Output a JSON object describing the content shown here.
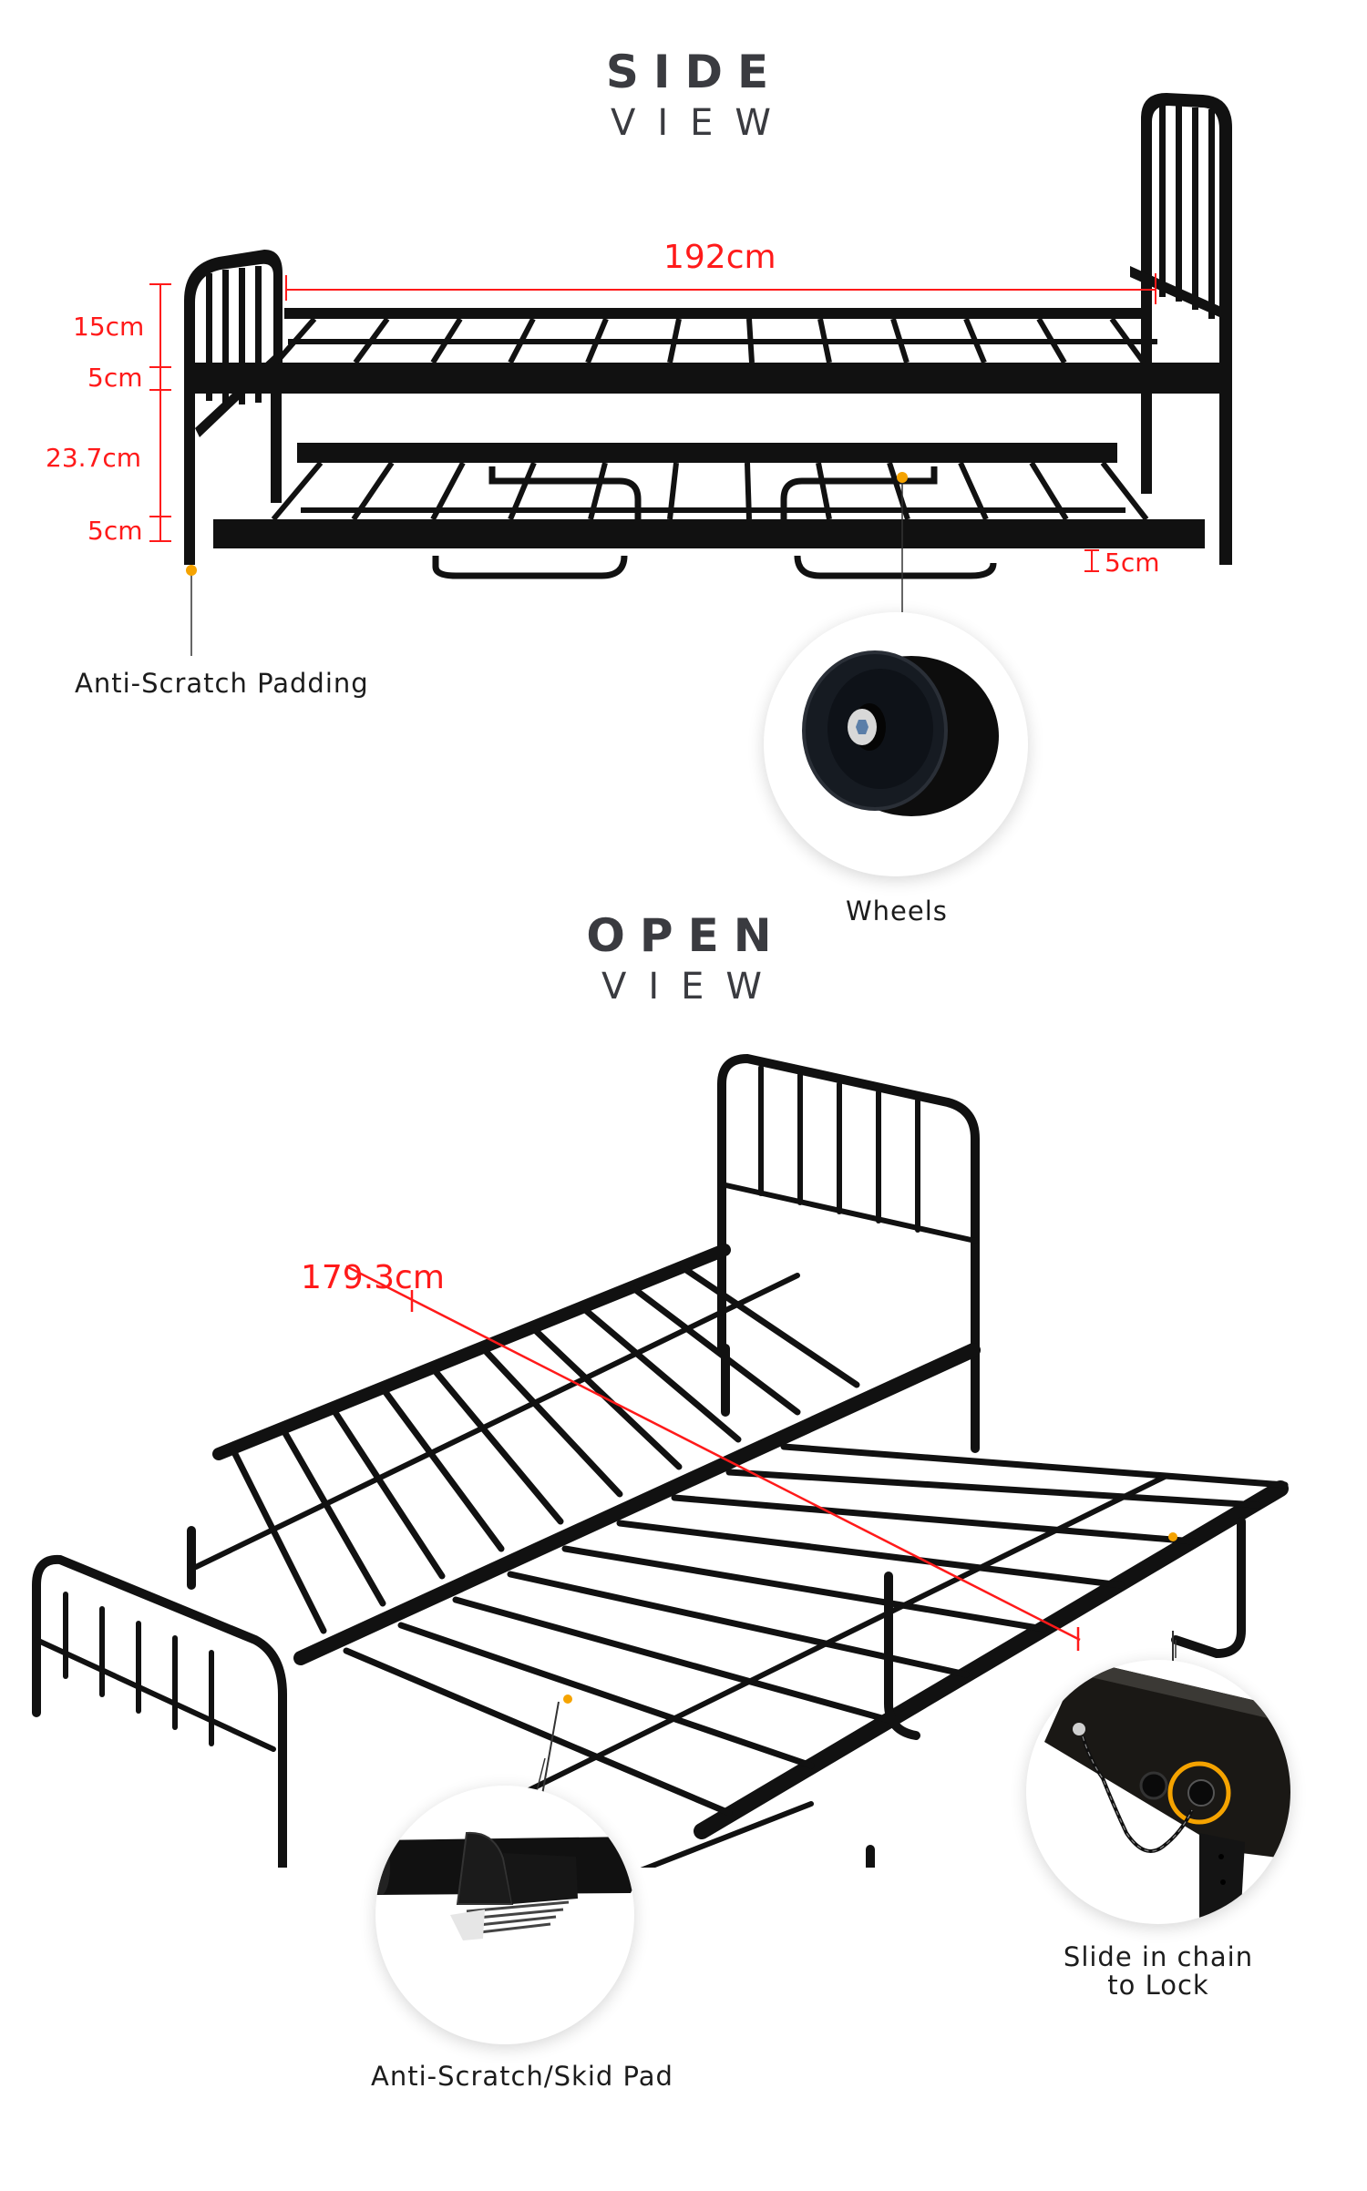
{
  "side_view": {
    "title_main": "SIDE",
    "title_sub": "VIEW",
    "dimensions": {
      "length": "192cm",
      "headboard_height": "15cm",
      "frame_rail": "5cm",
      "under_clearance": "23.7cm",
      "trundle_rail": "5cm",
      "wheel_clearance": "5cm"
    },
    "callouts": {
      "padding": "Anti-Scratch Padding",
      "wheels": "Wheels"
    }
  },
  "open_view": {
    "title_main": "OPEN",
    "title_sub": "VIEW",
    "dimensions": {
      "width": "179.3cm"
    },
    "callouts": {
      "skid_pad": "Anti-Scratch/Skid Pad",
      "chain_lock_line1": "Slide in chain",
      "chain_lock_line2": "to Lock"
    }
  },
  "colors": {
    "dimension_red": "#ff1a1a",
    "heading_gray": "#3a3b40",
    "frame_black": "#111111",
    "callout_dot_orange": "#f5a300"
  }
}
